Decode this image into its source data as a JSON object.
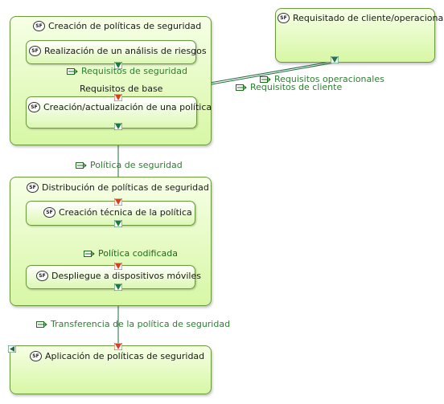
{
  "badge": "SF",
  "groups": {
    "creacion": "Creación de políticas de seguridad",
    "distribucion": "Distribución de políticas de seguridad",
    "aplicacion": "Aplicación de políticas de seguridad",
    "requisitado": "Requisitado de cliente/operacional"
  },
  "tasks": {
    "analisis": "Realización de un análisis de riesgos",
    "actualizacion": "Creación/actualización de una política",
    "tecnica": "Creación técnica de la política",
    "despliegue": "Despliegue a dispositivos móviles"
  },
  "flows": {
    "req_seguridad": "Requisitos de seguridad",
    "req_base": "Requisitos de base",
    "req_operacionales": "Requisitos operacionales",
    "req_cliente": "Requisitos de cliente",
    "politica": "Política de seguridad",
    "codificada": "Política codificada",
    "transferencia": "Transferencia de la política de seguridad"
  },
  "colors": {
    "box_border": "#6a9a3a",
    "box_fill": "#d7f7a5",
    "flow_text": "#2e7d32",
    "input_port": "#d2421e",
    "output_port": "#1e7a3c",
    "wire": "#1e6b3c"
  }
}
